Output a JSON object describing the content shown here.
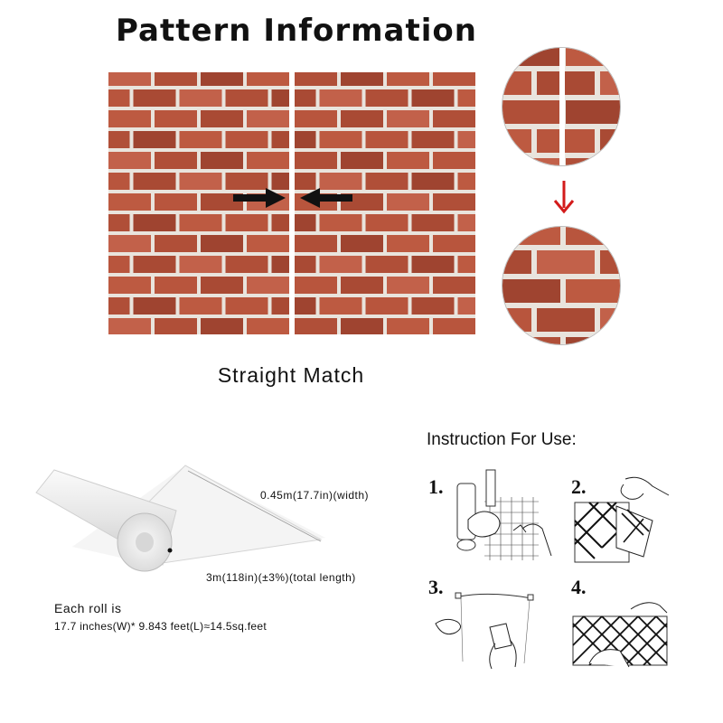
{
  "title": "Pattern Information",
  "match_label": "Straight Match",
  "roll": {
    "width_label": "0.45m(17.7in)(width)",
    "length_label": "3m(118in)(±3%)(total length)",
    "each_roll_label": "Each roll is",
    "each_roll_detail": "17.7 inches(W)* 9.843 feet(L)≈14.5sq.feet"
  },
  "instructions": {
    "title": "Instruction For Use:",
    "steps": [
      "1.",
      "2.",
      "3.",
      "4."
    ]
  },
  "colors": {
    "brick": "#b8553d",
    "mortar": "#e9e4dd",
    "arrow": "#111111",
    "down_arrow": "#d31b1b"
  },
  "icons": [
    "right-arrow-icon",
    "left-arrow-icon",
    "down-arrow-icon",
    "wallpaper-roll-icon"
  ]
}
